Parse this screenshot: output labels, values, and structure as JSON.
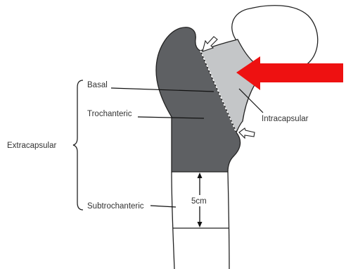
{
  "labels": {
    "basal": "Basal",
    "trochanteric": "Trochanteric",
    "intracapsular": "Intracapsular",
    "extracapsular": "Extracapsular",
    "subtrochanteric": "Subtrochanteric",
    "measurement": "5cm"
  },
  "colors": {
    "trochanteric_region": "#5e6063",
    "neck_region": "#c4c6c8",
    "femoral_head": "#ffffff",
    "outline": "#222222",
    "highlight_arrow": "#ee1111",
    "label_text": "#333333"
  }
}
